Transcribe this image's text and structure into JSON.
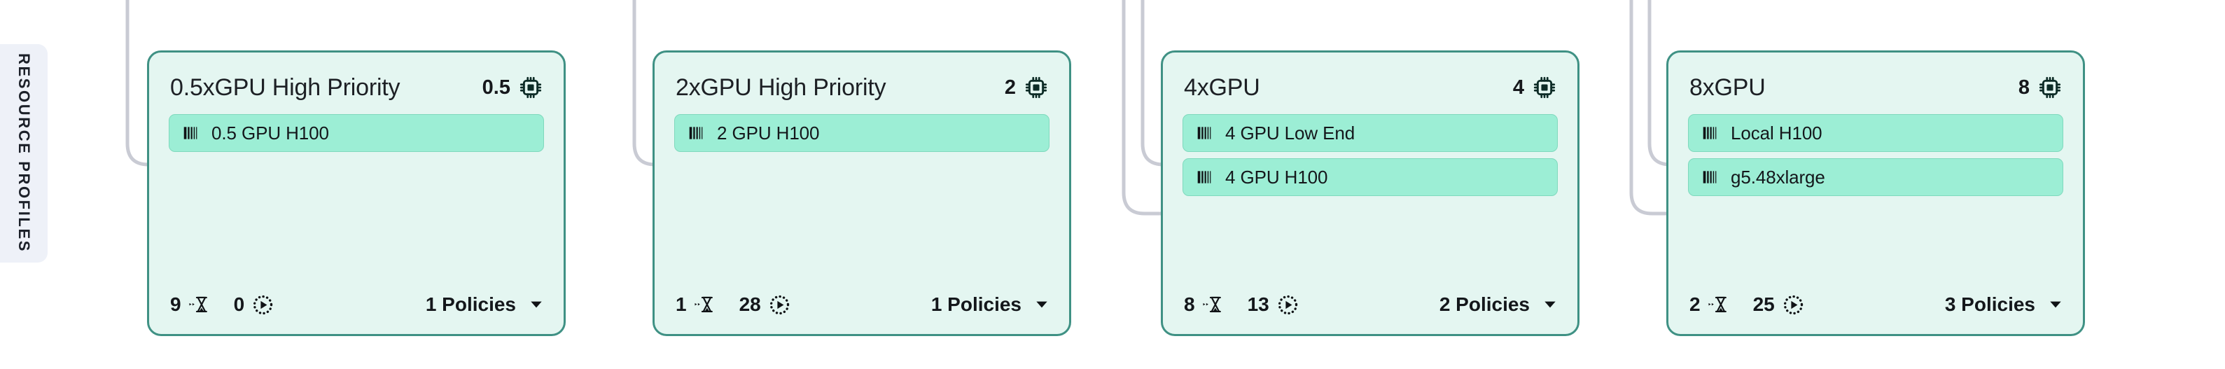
{
  "rail": {
    "label": "RESOURCE PROFILES",
    "background": "#eef1f8"
  },
  "theme": {
    "card_background": "#e4f6f1",
    "card_border": "#3f9184",
    "pill_background": "#9ceed5",
    "pill_border": "#7fd9bd",
    "connector": "#c9cbd4",
    "text": "#14171b"
  },
  "icons": {
    "chip": "cpu-chip-icon",
    "pill": "signal-bars-icon",
    "queued": "hourglass-in-motion-icon",
    "running": "dotted-circle-play-icon",
    "caret": "chevron-down-icon"
  },
  "cards": [
    {
      "title": "0.5xGPU High Priority",
      "gpu_count": "0.5",
      "pills": [
        {
          "label": "0.5 GPU H100"
        }
      ],
      "queued": "9",
      "running": "0",
      "policies_label": "1 Policies"
    },
    {
      "title": "2xGPU High Priority",
      "gpu_count": "2",
      "pills": [
        {
          "label": "2 GPU H100"
        }
      ],
      "queued": "1",
      "running": "28",
      "policies_label": "1 Policies"
    },
    {
      "title": "4xGPU",
      "gpu_count": "4",
      "pills": [
        {
          "label": "4 GPU Low End"
        },
        {
          "label": "4 GPU H100"
        }
      ],
      "queued": "8",
      "running": "13",
      "policies_label": "2 Policies"
    },
    {
      "title": "8xGPU",
      "gpu_count": "8",
      "pills": [
        {
          "label": "Local H100"
        },
        {
          "label": "g5.48xlarge"
        }
      ],
      "queued": "2",
      "running": "25",
      "policies_label": "3 Policies"
    }
  ]
}
